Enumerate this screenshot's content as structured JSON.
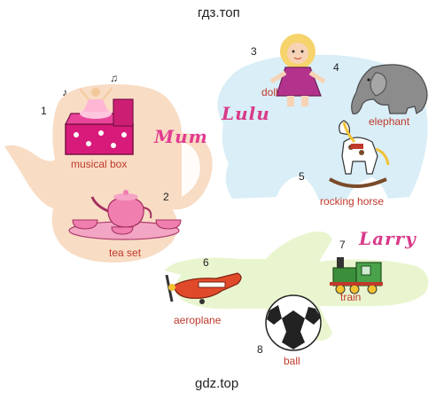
{
  "header_text": "гдз.топ",
  "footer_text": "gdz.top",
  "names": {
    "mum": "Mum",
    "lulu": "Lulu",
    "larry": "Larry"
  },
  "items": [
    {
      "number": "1",
      "label": "musical box"
    },
    {
      "number": "2",
      "label": "tea set"
    },
    {
      "number": "3",
      "label": "doll"
    },
    {
      "number": "4",
      "label": "elephant"
    },
    {
      "number": "5",
      "label": "rocking horse"
    },
    {
      "number": "6",
      "label": "aeroplane"
    },
    {
      "number": "7",
      "label": "train"
    },
    {
      "number": "8",
      "label": "ball"
    }
  ],
  "colors": {
    "teapot_shape": "#f8dcc4",
    "elephant_shape": "#d9eef7",
    "plane_shape": "#e9f5cf",
    "label": "#c0392b",
    "mum_name": "#e23b8f",
    "lulu_name": "#d93a8a",
    "larry_name": "#d93a8a"
  }
}
